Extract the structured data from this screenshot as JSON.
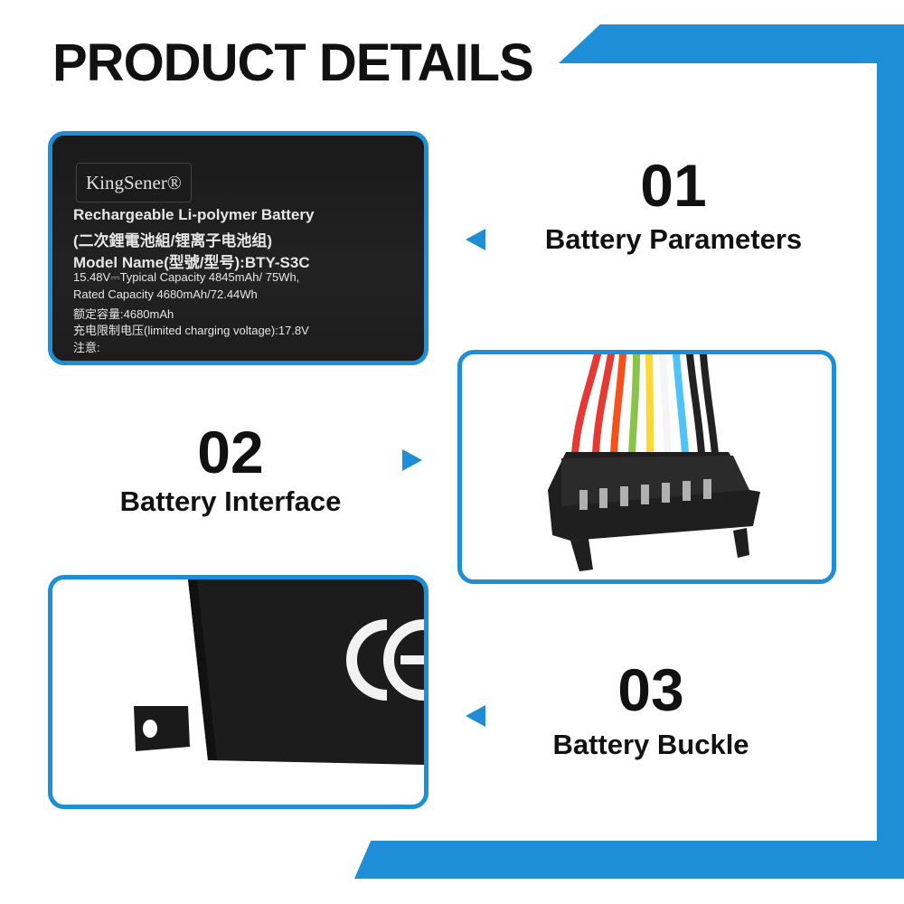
{
  "page_title": "PRODUCT DETAILS",
  "colors": {
    "accent": "#1e8ed6",
    "text": "#111111"
  },
  "sections": [
    {
      "number": "01",
      "caption": "Battery Parameters",
      "arrow": "left-arrow-icon"
    },
    {
      "number": "02",
      "caption": "Battery Interface",
      "arrow": "right-arrow-icon"
    },
    {
      "number": "03",
      "caption": "Battery Buckle",
      "arrow": "left-arrow-icon"
    }
  ],
  "battery_label": {
    "brand": "KingSener®",
    "lines": [
      "Rechargeable Li-polymer Battery",
      "(二次鋰電池組/锂离子电池组)",
      "Model Name(型號/型号):BTY-S3C",
      "15.48V⎓Typical Capacity 4845mAh/ 75Wh,",
      "Rated Capacity 4680mAh/72.44Wh",
      "额定容量:4680mAh",
      "充电限制电压(limited charging voltage):17.8V",
      "注意:"
    ]
  }
}
